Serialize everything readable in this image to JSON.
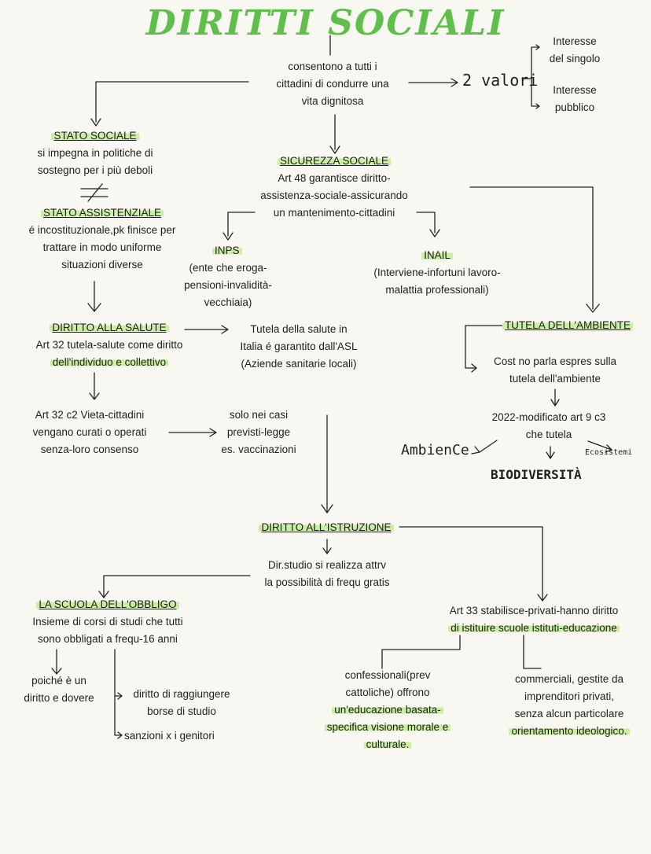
{
  "title": "DIRITTI SOCIALI",
  "intro": [
    "consentono a tutti i",
    "cittadini di condurre una",
    "vita dignitosa"
  ],
  "due_valori": "2 valori",
  "interesse_singolo": [
    "Interesse",
    "del singolo"
  ],
  "interesse_pubblico": [
    "Interesse",
    "pubblico"
  ],
  "stato_sociale": {
    "heading": "STATO SOCIALE",
    "lines": [
      "si impegna in politiche di",
      "sostegno per  i più deboli"
    ]
  },
  "not_equal": "≠",
  "stato_assistenziale": {
    "heading": "STATO ASSISTENZIALE",
    "lines": [
      "é incostituzionale,pk finisce per",
      "trattare in modo uniforme",
      "situazioni diverse"
    ]
  },
  "sicurezza_sociale": {
    "heading": "SICUREZZA SOCIALE",
    "lines": [
      "Art 48 garantisce diritto-",
      "assistenza-sociale-assicurando",
      "un mantenimento-cittadini"
    ]
  },
  "inps": {
    "heading": "INPS",
    "lines": [
      "(ente che eroga-",
      "pensioni-invalidità-",
      "vecchiaia)"
    ]
  },
  "inail": {
    "heading": "INAIL",
    "lines": [
      "(Interviene-infortuni lavoro-",
      "malattia professionali)"
    ]
  },
  "diritto_salute": {
    "heading": "DIRITTO ALLA SALUTE",
    "lines": [
      "Art 32 tutela-salute come diritto",
      "dell'individuo e collettivo"
    ]
  },
  "tutela_salute": [
    "Tutela della salute in",
    "Italia é garantito dall'ASL",
    "(Aziende sanitarie locali)"
  ],
  "art32c2": [
    "Art 32 c2 Vieta-cittadini",
    "vengano curati o operati",
    "senza-loro consenso"
  ],
  "solo_casi": [
    "solo nei casi",
    "previsti-legge",
    "es. vaccinazioni"
  ],
  "tutela_ambiente": {
    "heading": "TUTELA DELL'AMBIENTE",
    "lines": [
      "Cost no parla espres sulla",
      "tutela dell'ambiente"
    ]
  },
  "modificato": [
    "2022-modificato art 9 c3",
    "che tutela"
  ],
  "ambiente": "AmbienCe",
  "ecosistemi": "Ecosistemi",
  "biodiversita": "BIODIVERSITÀ",
  "diritto_istruzione": "DIRITTO ALL'ISTRUZIONE",
  "dir_studio": [
    "Dir.studio si realizza attrv",
    "la possibilità di frequ gratis"
  ],
  "scuola_obbligo": {
    "heading": "LA SCUOLA DELL'OBBLIGO",
    "lines": [
      "Insieme di corsi di studi che tutti",
      "sono obbligati a frequ-16 anni"
    ]
  },
  "poiche": [
    "poiché è un",
    "diritto e dovere"
  ],
  "borse": [
    "diritto di raggiungere",
    "borse di studio"
  ],
  "sanzioni": "sanzioni x i genitori",
  "art33": [
    "Art 33 stabilisce-privati-hanno diritto",
    "di istituire scuole istituti-educazione"
  ],
  "confessionali": [
    "confessionali(prev",
    "cattoliche) offrono",
    "un'educazione basata-",
    "specifica visione morale e",
    "culturale."
  ],
  "commerciali": [
    "commerciali, gestite da",
    "imprenditori privati,",
    "senza alcun particolare",
    "orientamento ideologico."
  ],
  "colors": {
    "title": "#5ec04a",
    "highlight": "#c9ef9f",
    "ink": "#1f1f1f",
    "background": "#f8f7f2"
  }
}
